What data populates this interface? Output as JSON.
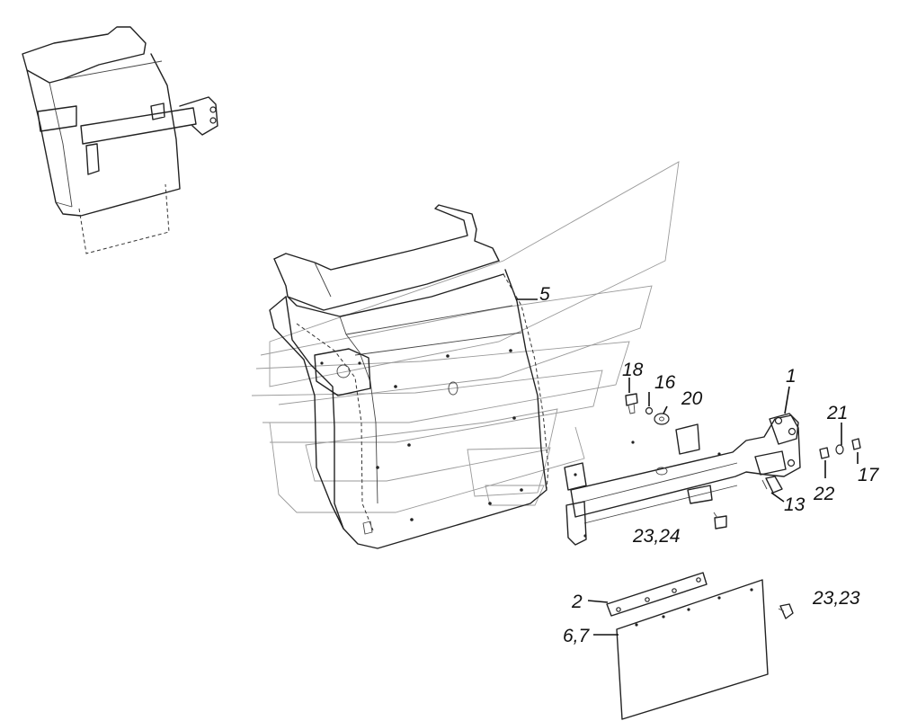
{
  "callouts": {
    "c1": "1",
    "c2": "2",
    "c5": "5",
    "c6_7": "6,7",
    "c13": "13",
    "c16": "16",
    "c17": "17",
    "c18": "18",
    "c20": "20",
    "c21": "21",
    "c22": "22",
    "c23_24": "23,24",
    "c23_23": "23,23"
  }
}
